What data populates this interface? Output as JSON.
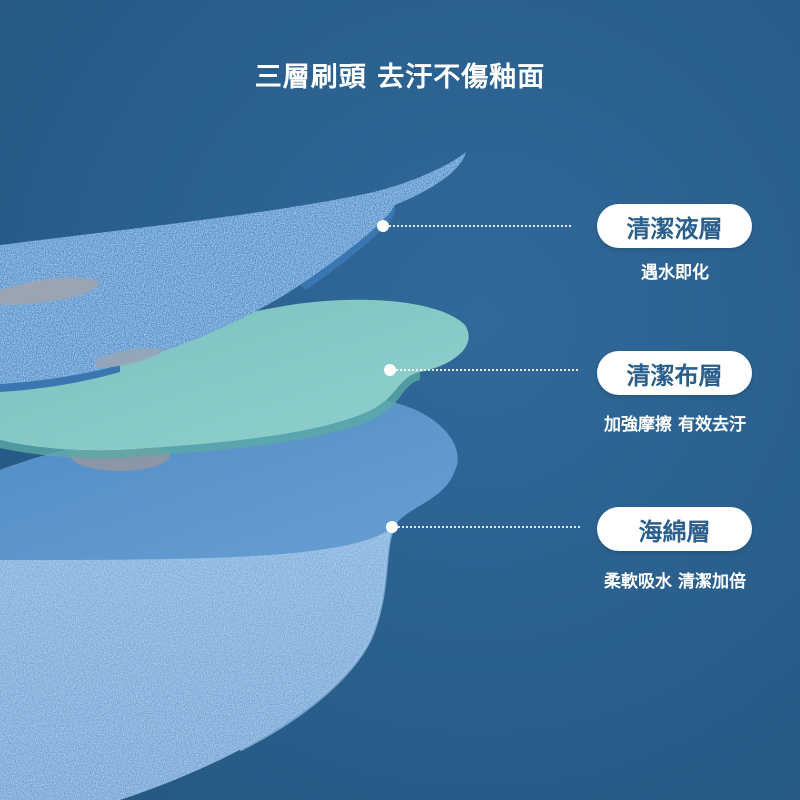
{
  "title": "三層刷頭 去汙不傷釉面",
  "layers": [
    {
      "name": "清潔液層",
      "desc": "遇水即化"
    },
    {
      "name": "清潔布層",
      "desc": "加強摩擦 有效去汙"
    },
    {
      "name": "海綿層",
      "desc": "柔軟吸水 清潔加倍"
    }
  ],
  "colors": {
    "background": "#2a5f8c",
    "pill_bg": "#ffffff",
    "pill_text": "#2a5f8c",
    "sponge_top": "#5f99d0",
    "cloth": "#86c9c5",
    "liquid_layer": "#4a8cc8"
  }
}
